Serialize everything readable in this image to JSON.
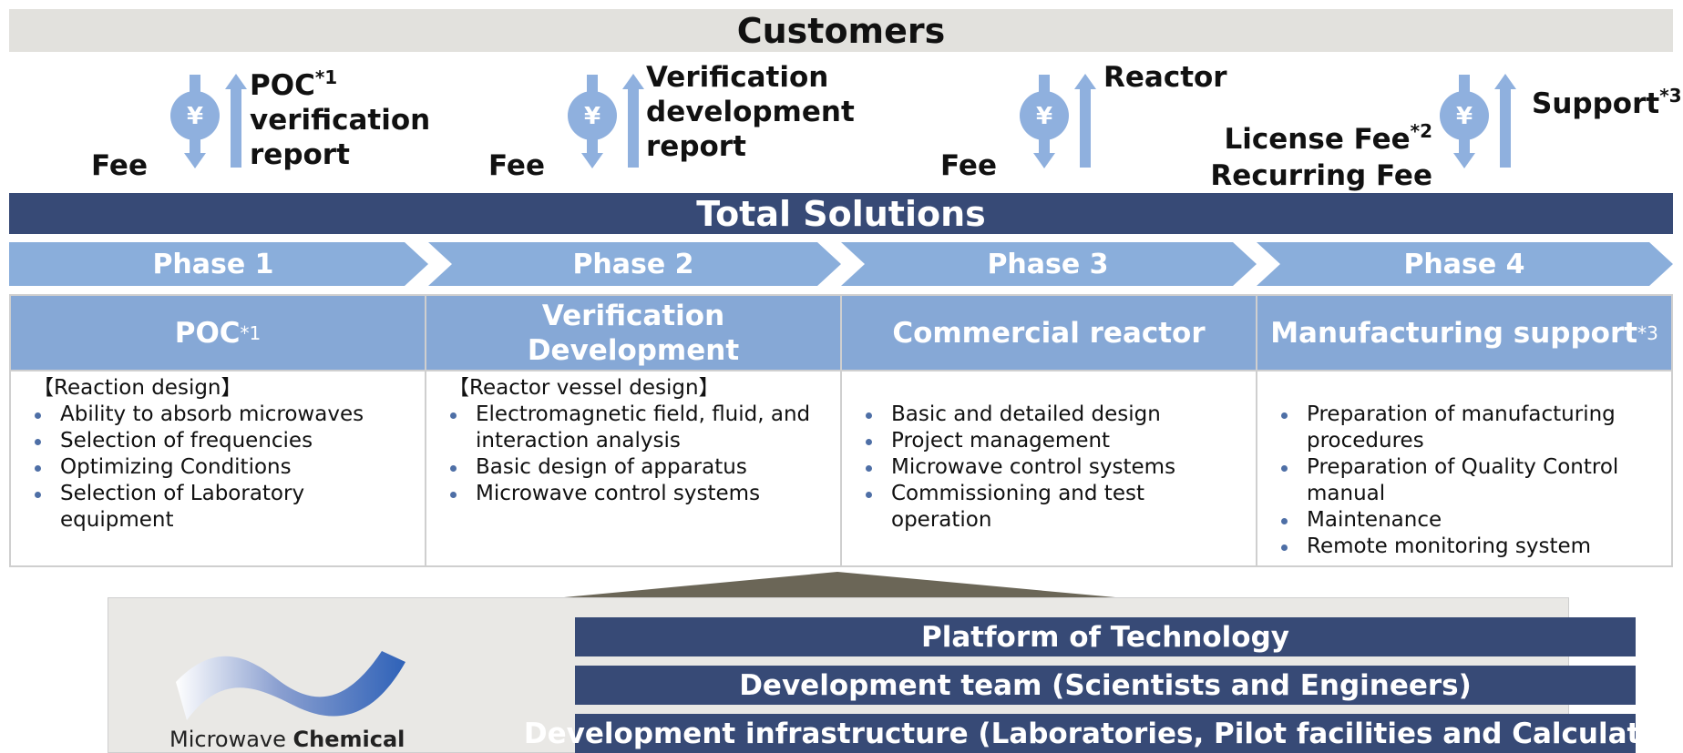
{
  "customers": "Customers",
  "flows": [
    {
      "fee": "Fee",
      "deliverable_lines": [
        "POC",
        "verification",
        "report"
      ],
      "deliverable_sup": "*1",
      "yen": "¥"
    },
    {
      "fee": "Fee",
      "deliverable_lines": [
        "Verification",
        "development",
        "report"
      ],
      "yen": "¥"
    },
    {
      "fee": "Fee",
      "deliverable_lines": [
        "Reactor"
      ],
      "yen": "¥"
    },
    {
      "fee_lines": [
        "License Fee",
        "Recurring Fee"
      ],
      "fee_sup": "*2",
      "deliverable_lines": [
        "Support"
      ],
      "deliverable_sup": "*3",
      "yen": "¥"
    }
  ],
  "total_solutions": "Total Solutions",
  "phases": [
    "Phase 1",
    "Phase 2",
    "Phase 3",
    "Phase 4"
  ],
  "columns": [
    {
      "title": "POC",
      "title_sup": "*1",
      "subheading": "【Reaction design】",
      "items": [
        "Ability to absorb microwaves",
        "Selection of frequencies",
        "Optimizing Conditions",
        "Selection of Laboratory equipment"
      ]
    },
    {
      "title": "Verification Development",
      "subheading": "【Reactor vessel design】",
      "items": [
        "Electromagnetic field, fluid, and interaction analysis",
        "Basic design of apparatus",
        "Microwave control systems"
      ]
    },
    {
      "title": "Commercial reactor",
      "subheading": "",
      "items": [
        "Basic and detailed design",
        "Project management",
        "Microwave control systems",
        "Commissioning and test operation"
      ]
    },
    {
      "title": "Manufacturing support",
      "title_sup": "*3",
      "subheading": "",
      "items": [
        "Preparation of manufacturing procedures",
        "Preparation of Quality Control manual",
        "Maintenance",
        "Remote monitoring system"
      ]
    }
  ],
  "platform": {
    "bars": [
      "Platform of Technology",
      "Development team (Scientists and Engineers)",
      "Development infrastructure (Laboratories, Pilot facilities and Calculator)"
    ],
    "logo_name_light": "Microwave",
    "logo_name_bold": "Chemical"
  },
  "colors": {
    "dark_navy": "#374a76",
    "light_blue": "#86a8d6",
    "phase_blue": "#8aaedb",
    "arrow_blue": "#8fb0de",
    "banner_gray": "#e2e1dd"
  }
}
